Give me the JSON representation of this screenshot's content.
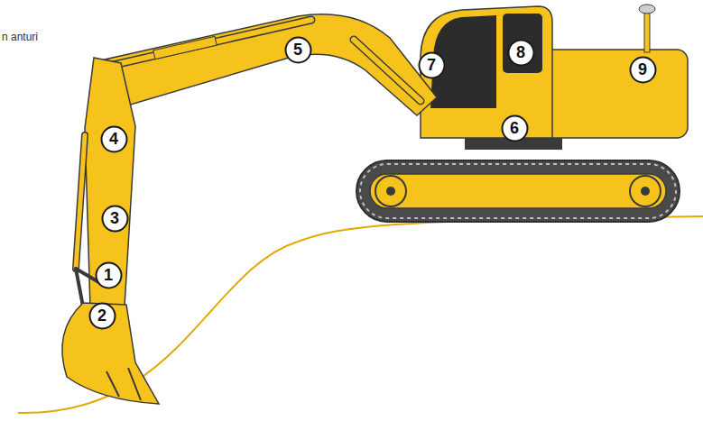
{
  "diagram": {
    "nodes": [
      {
        "text": [
          "1"
        ]
      },
      {
        "text": [
          "2"
        ]
      },
      {
        "text": [
          "3"
        ]
      },
      {
        "text": [
          "4"
        ]
      },
      {
        "text": [
          "5"
        ]
      },
      {
        "text": [
          "6"
        ]
      },
      {
        "text": [
          "7"
        ]
      },
      {
        "text": [
          "8"
        ]
      },
      {
        "text": [
          "9"
        ]
      }
    ],
    "labels": [
      "n anturi"
    ]
  }
}
